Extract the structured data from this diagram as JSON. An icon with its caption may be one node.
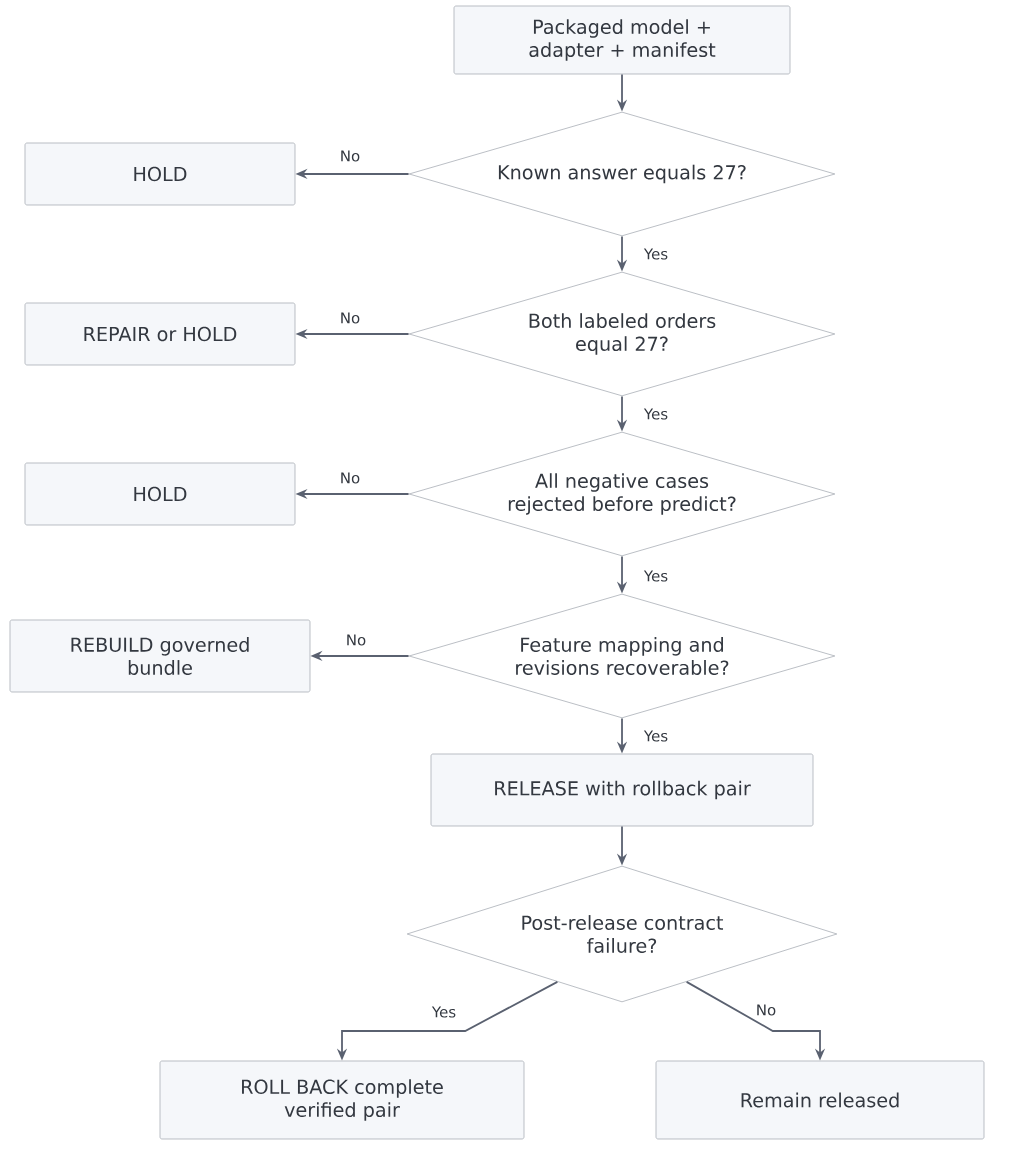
{
  "diagram": {
    "nodes": [
      {
        "text": [
          "Packaged model + adapter + manifest"
        ]
      },
      {
        "text": [
          "Known answer equals 27?"
        ]
      },
      {
        "text": [
          "HOLD"
        ]
      },
      {
        "text": [
          "Both labeled orders equal 27?"
        ]
      },
      {
        "text": [
          "REPAIR or HOLD"
        ]
      },
      {
        "text": [
          "All negative cases rejected before predict?"
        ]
      },
      {
        "text": [
          "HOLD"
        ]
      },
      {
        "text": [
          "Feature mapping and revisions recoverable?"
        ]
      },
      {
        "text": [
          "REBUILD governed bundle"
        ]
      },
      {
        "text": [
          "RELEASE with rollback pair"
        ]
      },
      {
        "text": [
          "Post-release contract failure?"
        ]
      },
      {
        "text": [
          "ROLL BACK complete verified pair"
        ]
      },
      {
        "text": [
          "Remain released"
        ]
      }
    ],
    "edges": [
      {
        "from": 0,
        "to": 1,
        "arrow": "to"
      },
      {
        "from": 1,
        "to": 2,
        "arrow": "to",
        "label": "No"
      },
      {
        "from": 1,
        "to": 3,
        "arrow": "to",
        "label": "Yes"
      },
      {
        "from": 3,
        "to": 4,
        "arrow": "to",
        "label": "No"
      },
      {
        "from": 3,
        "to": 5,
        "arrow": "to",
        "label": "Yes"
      },
      {
        "from": 5,
        "to": 6,
        "arrow": "to",
        "label": "No"
      },
      {
        "from": 5,
        "to": 7,
        "arrow": "to",
        "label": "Yes"
      },
      {
        "from": 7,
        "to": 8,
        "arrow": "to",
        "label": "No"
      },
      {
        "from": 7,
        "to": 9,
        "arrow": "to",
        "label": "Yes"
      },
      {
        "from": 9,
        "to": 10,
        "arrow": "to"
      },
      {
        "from": 10,
        "to": 11,
        "arrow": "to",
        "label": "Yes"
      },
      {
        "from": 10,
        "to": 12,
        "arrow": "to",
        "label": "No"
      }
    ]
  }
}
